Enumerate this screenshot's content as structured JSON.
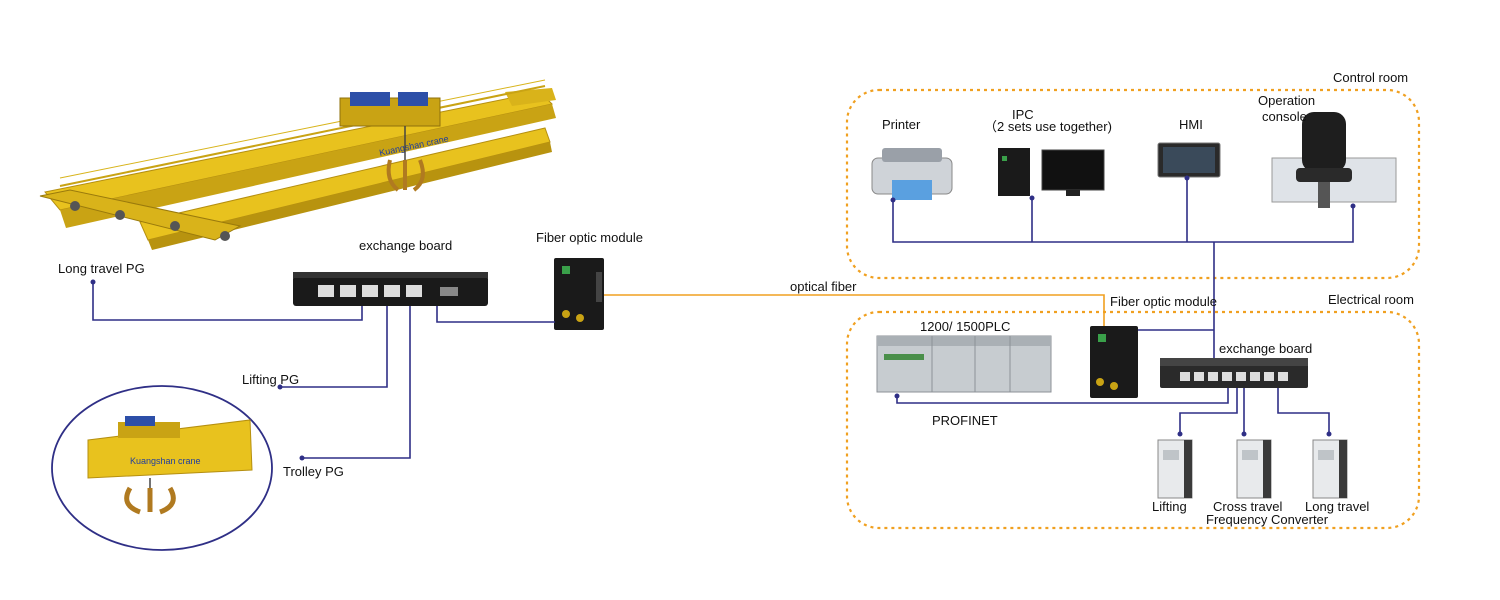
{
  "zones": {
    "control_room": "Control room",
    "electrical_room": "Electrical room"
  },
  "labels": {
    "exchange_board_field": "exchange board",
    "fiber_module_field": "Fiber optic module",
    "long_travel_pg": "Long travel PG",
    "lifting_pg": "Lifting PG",
    "trolley_pg": "Trolley PG",
    "optical_fiber": "optical fiber",
    "printer": "Printer",
    "ipc_line1": "IPC",
    "ipc_line2": "（2 sets use together)",
    "hmi": "HMI",
    "console_line1": "Operation",
    "console_line2": "console",
    "fiber_module_room": "Fiber optic module",
    "plc": "1200/ 1500PLC",
    "exchange_board_room": "exchange board",
    "profinet": "PROFINET",
    "lifting": "Lifting",
    "cross_travel": "Cross travel",
    "long_travel": "Long travel",
    "frequency_converter": "Frequency Converter"
  },
  "brand": "Kuangshan crane",
  "colors": {
    "wire": "#2f2f86",
    "fiber": "#f0a020",
    "crane_yellow": "#e8c21e",
    "device_black": "#1a1a1a"
  }
}
